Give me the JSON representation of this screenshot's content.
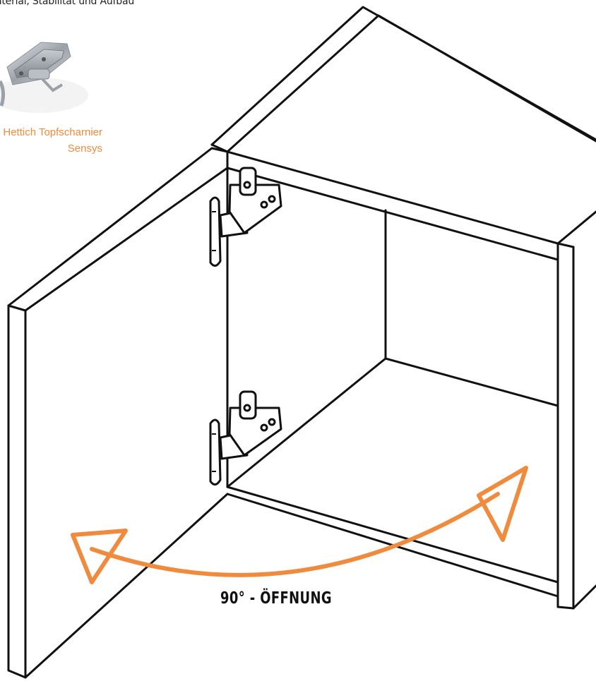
{
  "header": {
    "text": "aterial, Stabilität und Aufbau"
  },
  "product": {
    "caption_line1": "Hettich Topfscharnier",
    "caption_line2": "Sensys",
    "accent_color": "#f08a3c"
  },
  "diagram": {
    "opening_label": "90° - ÖFFNUNG",
    "arrow_color": "#f08a3c",
    "line_color": "#111111"
  }
}
